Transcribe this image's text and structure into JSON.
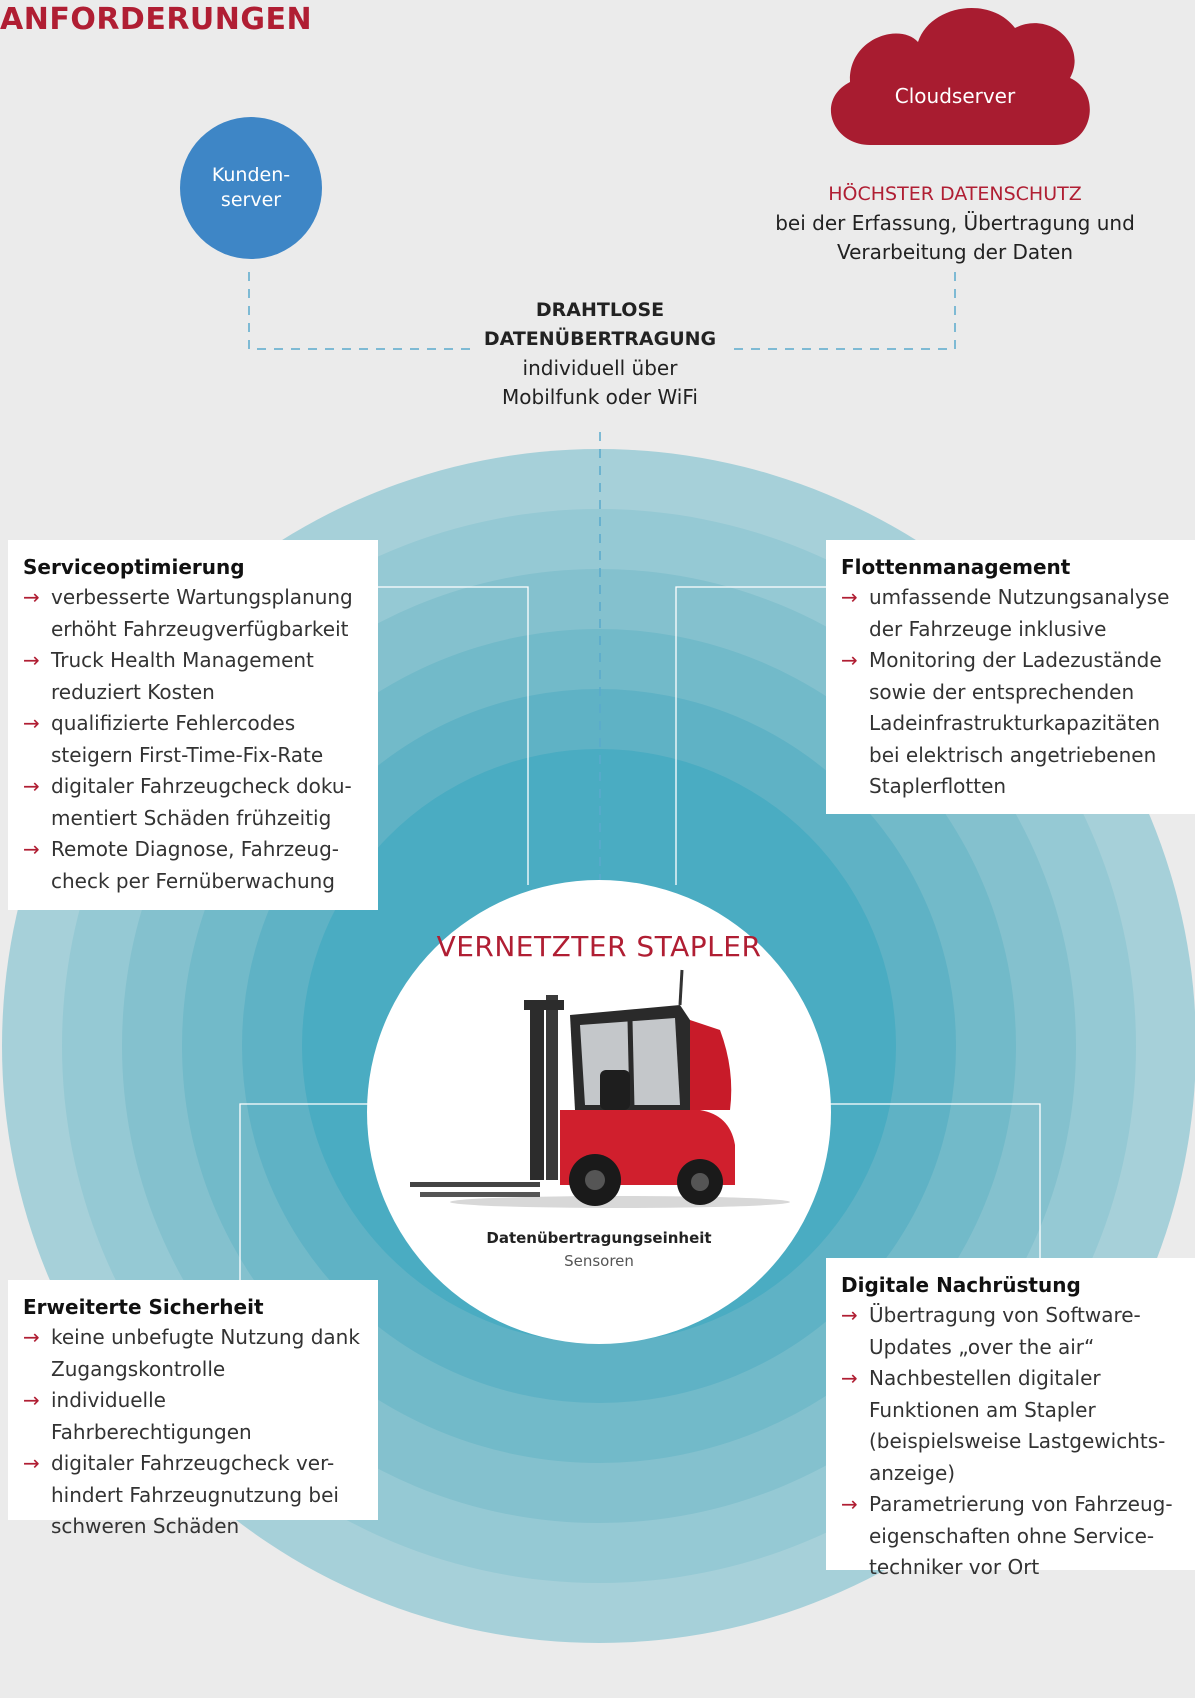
{
  "header": {
    "title": "ANFORDERUNGEN"
  },
  "nodes": {
    "customer_server": {
      "line1": "Kunden-",
      "line2": "server"
    },
    "cloud_server": {
      "label": "Cloudserver"
    },
    "privacy": {
      "title": "HÖCHSTER DATENSCHUTZ",
      "line1": "bei der Erfassung, Übertragung und",
      "line2": "Verarbeitung der Daten"
    },
    "wireless": {
      "title1": "DRAHTLOSE",
      "title2": "DATENÜBERTRAGUNG",
      "line1": "individuell über",
      "line2": "Mobilfunk oder WiFi"
    }
  },
  "center": {
    "title": "VERNETZTER STAPLER",
    "unit_label": "Datenübertragungseinheit",
    "sensor_label": "Sensoren"
  },
  "cards": {
    "service": {
      "title": "Serviceoptimierung",
      "items": [
        {
          "l1": "verbesserte Wartungsplanung",
          "l2": "erhöht Fahrzeugverfügbarkeit"
        },
        {
          "l1": "Truck Health Management",
          "l2": "reduziert Kosten"
        },
        {
          "l1": "qualifizierte Fehlercodes",
          "l2": "steigern First-Time-Fix-Rate"
        },
        {
          "l1": "digitaler Fahrzeugcheck doku-",
          "l2": "mentiert Schäden frühzeitig"
        },
        {
          "l1": "Remote Diagnose, Fahrzeug-",
          "l2": "check per Fernüberwachung"
        }
      ]
    },
    "fleet": {
      "title": "Flottenmanagement",
      "items": [
        {
          "l1": "umfassende Nutzungsanalyse",
          "l2": "der Fahrzeuge inklusive"
        },
        {
          "l1": "Monitoring der Ladezustände",
          "l2": "sowie der entsprechenden",
          "l3": "Ladeinfrastrukturkapazitäten",
          "l4": "bei elektrisch angetriebenen",
          "l5": "Staplerflotten"
        }
      ]
    },
    "safety": {
      "title": "Erweiterte Sicherheit",
      "items": [
        {
          "l1": "keine unbefugte Nutzung dank",
          "l2": "Zugangskontrolle"
        },
        {
          "l1": "individuelle Fahrberechtigungen"
        },
        {
          "l1": "digitaler Fahrzeugcheck ver-",
          "l2": "hindert Fahrzeugnutzung bei",
          "l3": "schweren Schäden"
        }
      ]
    },
    "retrofit": {
      "title": "Digitale Nachrüstung",
      "items": [
        {
          "l1": "Übertragung von Software-",
          "l2": "Updates „over the air“"
        },
        {
          "l1": "Nachbestellen digitaler",
          "l2": "Funktionen am Stapler",
          "l3": "(beispielsweise Lastgewichts-",
          "l4": "anzeige)"
        },
        {
          "l1": "Parametrierung von Fahrzeug-",
          "l2": "eigenschaften ohne Service-",
          "l3": "techniker vor Ort"
        }
      ]
    }
  },
  "colors": {
    "brand_red": "#b01e33",
    "server_blue": "#3e86c6",
    "ring_outer": "#a6d0d9",
    "ring_inner": "#4aacc2",
    "background": "#ebebeb"
  }
}
